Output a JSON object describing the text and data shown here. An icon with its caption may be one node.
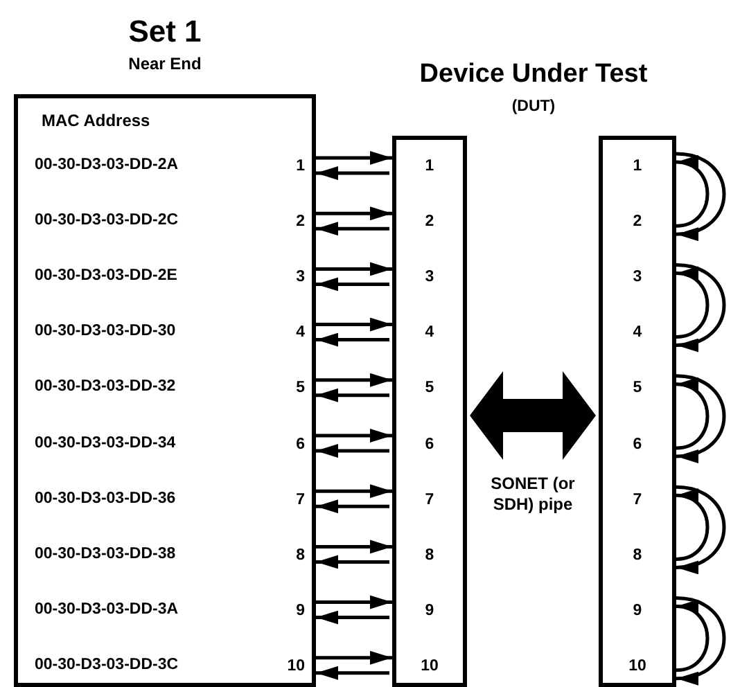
{
  "diagram": {
    "nodes": [
      {
        "text": [
          "Set 1",
          "Near End",
          "MAC Address"
        ]
      },
      {
        "text": [
          "00-30-D3-03-DD-2A",
          "1"
        ],
        "in": 0
      },
      {
        "text": [
          "00-30-D3-03-DD-2C",
          "2"
        ],
        "in": 0
      },
      {
        "text": [
          "00-30-D3-03-DD-2E",
          "3"
        ],
        "in": 0
      },
      {
        "text": [
          "00-30-D3-03-DD-30",
          "4"
        ],
        "in": 0
      },
      {
        "text": [
          "00-30-D3-03-DD-32",
          "5"
        ],
        "in": 0
      },
      {
        "text": [
          "00-30-D3-03-DD-34",
          "6"
        ],
        "in": 0
      },
      {
        "text": [
          "00-30-D3-03-DD-36",
          "7"
        ],
        "in": 0
      },
      {
        "text": [
          "00-30-D3-03-DD-38",
          "8"
        ],
        "in": 0
      },
      {
        "text": [
          "00-30-D3-03-DD-3A",
          "9"
        ],
        "in": 0
      },
      {
        "text": [
          "00-30-D3-03-DD-3C",
          "10"
        ],
        "in": 0
      },
      {
        "text": [],
        "shape": "box"
      },
      {
        "text": [
          "1"
        ],
        "in": 11
      },
      {
        "text": [
          "2"
        ],
        "in": 11
      },
      {
        "text": [
          "3"
        ],
        "in": 11
      },
      {
        "text": [
          "4"
        ],
        "in": 11
      },
      {
        "text": [
          "5"
        ],
        "in": 11
      },
      {
        "text": [
          "6"
        ],
        "in": 11
      },
      {
        "text": [
          "7"
        ],
        "in": 11
      },
      {
        "text": [
          "8"
        ],
        "in": 11
      },
      {
        "text": [
          "9"
        ],
        "in": 11
      },
      {
        "text": [
          "10"
        ],
        "in": 11
      },
      {
        "text": [],
        "shape": "box"
      },
      {
        "text": [
          "1"
        ],
        "in": 22
      },
      {
        "text": [
          "2"
        ],
        "in": 22
      },
      {
        "text": [
          "3"
        ],
        "in": 22
      },
      {
        "text": [
          "4"
        ],
        "in": 22
      },
      {
        "text": [
          "5"
        ],
        "in": 22
      },
      {
        "text": [
          "6"
        ],
        "in": 22
      },
      {
        "text": [
          "7"
        ],
        "in": 22
      },
      {
        "text": [
          "8"
        ],
        "in": 22
      },
      {
        "text": [
          "9"
        ],
        "in": 22
      },
      {
        "text": [
          "10"
        ],
        "in": 22
      }
    ],
    "edges": [
      {
        "from": 1,
        "to": 12,
        "arrow": "to"
      },
      {
        "from": 12,
        "to": 1,
        "arrow": "to"
      },
      {
        "from": 2,
        "to": 13,
        "arrow": "to"
      },
      {
        "from": 13,
        "to": 2,
        "arrow": "to"
      },
      {
        "from": 3,
        "to": 14,
        "arrow": "to"
      },
      {
        "from": 14,
        "to": 3,
        "arrow": "to"
      },
      {
        "from": 4,
        "to": 15,
        "arrow": "to"
      },
      {
        "from": 15,
        "to": 4,
        "arrow": "to"
      },
      {
        "from": 5,
        "to": 16,
        "arrow": "to"
      },
      {
        "from": 16,
        "to": 5,
        "arrow": "to"
      },
      {
        "from": 6,
        "to": 17,
        "arrow": "to"
      },
      {
        "from": 17,
        "to": 6,
        "arrow": "to"
      },
      {
        "from": 7,
        "to": 18,
        "arrow": "to"
      },
      {
        "from": 18,
        "to": 7,
        "arrow": "to"
      },
      {
        "from": 8,
        "to": 19,
        "arrow": "to"
      },
      {
        "from": 19,
        "to": 8,
        "arrow": "to"
      },
      {
        "from": 9,
        "to": 20,
        "arrow": "to"
      },
      {
        "from": 20,
        "to": 9,
        "arrow": "to"
      },
      {
        "from": 10,
        "to": 21,
        "arrow": "to"
      },
      {
        "from": 21,
        "to": 10,
        "arrow": "to"
      },
      {
        "from": 11,
        "to": 22,
        "arrow": "both",
        "style": "thick",
        "label": "SONET (or SDH) pipe"
      },
      {
        "from": 23,
        "to": 24,
        "arrow": "to"
      },
      {
        "from": 24,
        "to": 23,
        "arrow": "to"
      },
      {
        "from": 25,
        "to": 26,
        "arrow": "to"
      },
      {
        "from": 26,
        "to": 25,
        "arrow": "to"
      },
      {
        "from": 27,
        "to": 28,
        "arrow": "to"
      },
      {
        "from": 28,
        "to": 27,
        "arrow": "to"
      },
      {
        "from": 29,
        "to": 30,
        "arrow": "to"
      },
      {
        "from": 30,
        "to": 29,
        "arrow": "to"
      },
      {
        "from": 31,
        "to": 32,
        "arrow": "to"
      },
      {
        "from": 32,
        "to": 31,
        "arrow": "to"
      }
    ],
    "labels": [
      "Device Under Test",
      "(DUT)"
    ]
  }
}
